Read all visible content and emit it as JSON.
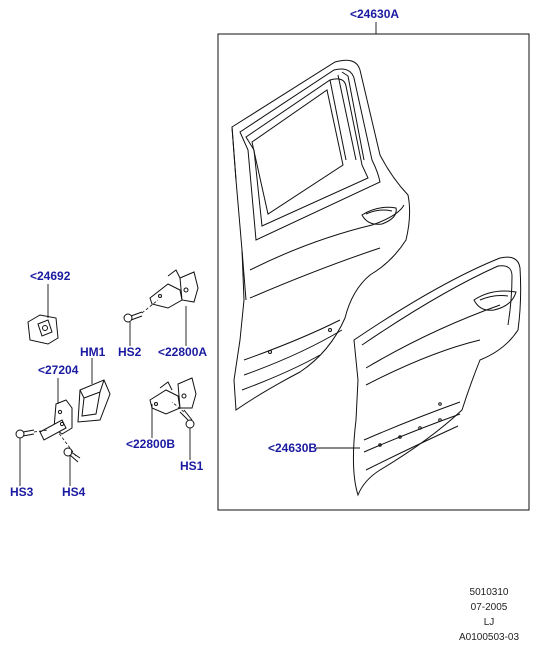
{
  "diagram": {
    "colors": {
      "callout": "#1a1aa0",
      "line": "#111111"
    },
    "callouts": {
      "door_front": "<24630A",
      "door_skin": "<24630B",
      "hinge_bracket": "<24692",
      "check_arm": "<27204",
      "hm1": "HM1",
      "hinge_upper": "<22800A",
      "hinge_lower": "<22800B",
      "hs1": "HS1",
      "hs2": "HS2",
      "hs3": "HS3",
      "hs4": "HS4"
    }
  },
  "footer": {
    "line1": "5010310",
    "line2": "07-2005",
    "line3": "LJ",
    "line4": "A0100503-03"
  }
}
